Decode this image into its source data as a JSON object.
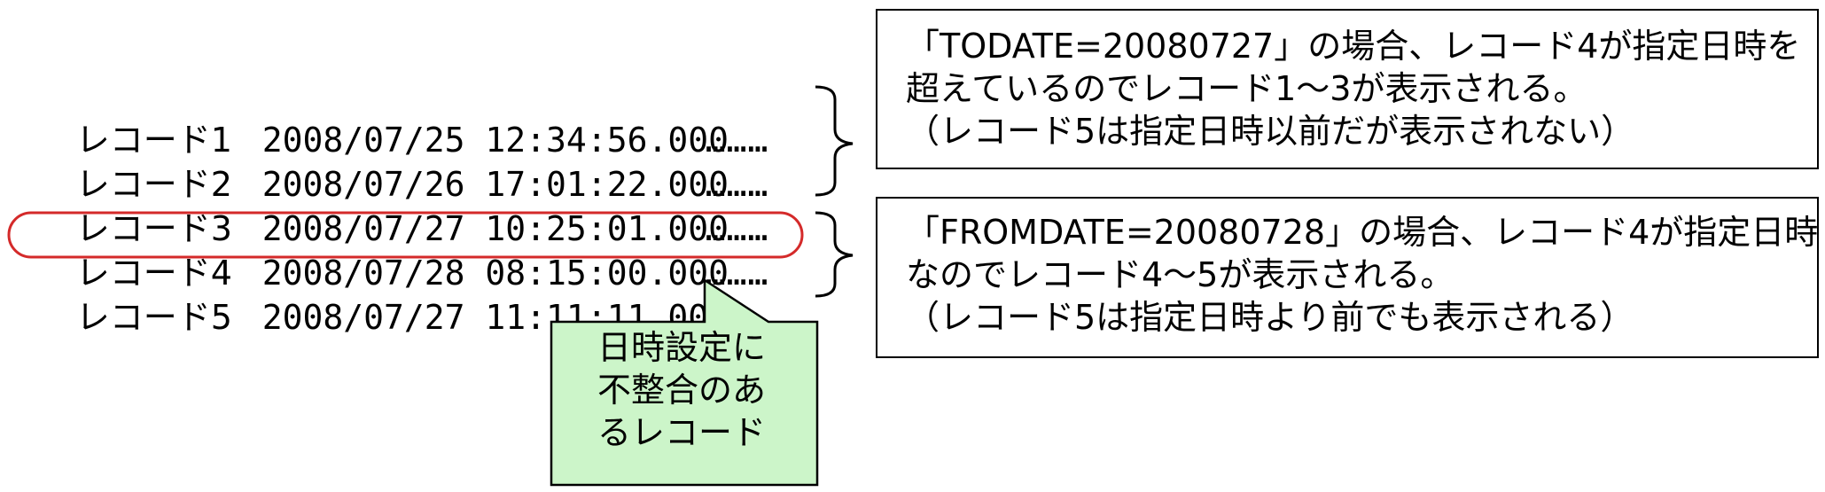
{
  "records": [
    {
      "label": "レコード1",
      "timestamp": "2008/07/25 12:34:56.000",
      "dots": "………"
    },
    {
      "label": "レコード2",
      "timestamp": "2008/07/26 17:01:22.000",
      "dots": "………"
    },
    {
      "label": "レコード3",
      "timestamp": "2008/07/27 10:25:01.000",
      "dots": "………"
    },
    {
      "label": "レコード4",
      "timestamp": "2008/07/28 08:15:00.000",
      "dots": "………"
    },
    {
      "label": "レコード5",
      "timestamp": "2008/07/27 11:11:11.000",
      "dots": "………"
    }
  ],
  "todate_box": {
    "line1": "「TODATE=20080727」の場合、レコード4が指定日時を",
    "line2": "超えているのでレコード1～3が表示される。",
    "line3": "（レコード5は指定日時以前だが表示されない）"
  },
  "fromdate_box": {
    "line1": "「FROMDATE=20080728」の場合、レコード4が指定日時",
    "line2": "なのでレコード4～5が表示される。",
    "line3": "（レコード5は指定日時より前でも表示される）"
  },
  "callout": {
    "line1": "日時設定に",
    "line2": "不整合のあ",
    "line3": "るレコード"
  },
  "colors": {
    "highlight_ellipse": "#d42a2a",
    "callout_fill": "#ccf5c9",
    "border": "#000000"
  }
}
